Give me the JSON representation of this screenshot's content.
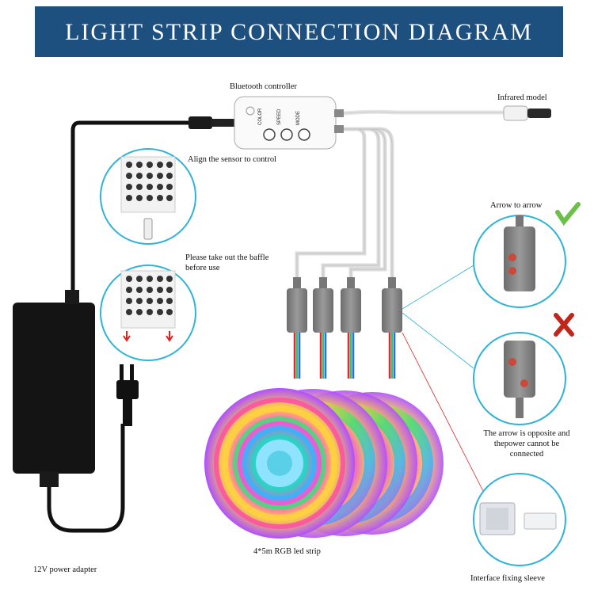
{
  "title": "LIGHT STRIP CONNECTION DIAGRAM",
  "labels": {
    "bluetooth_controller": "Bluetooth controller",
    "infrared_model": "Infrared model",
    "align_sensor": "Align the sensor to control",
    "take_out_baffle": "Please take out the baffle before use",
    "arrow_to_arrow": "Arrow to arrow",
    "arrow_opposite": "The arrow is opposite and thepower cannot be connected",
    "interface_sleeve": "Interface fixing sleeve",
    "led_strip": "4*5m  RGB led strip",
    "power_adapter": "12V power adapter"
  },
  "controller_buttons": [
    "COLOR",
    "SPEED",
    "MODE"
  ],
  "colors": {
    "banner": "#1d4f7f",
    "circle_border": "#2fb3d6",
    "check": "#6cc04a",
    "cross": "#c0261c"
  }
}
